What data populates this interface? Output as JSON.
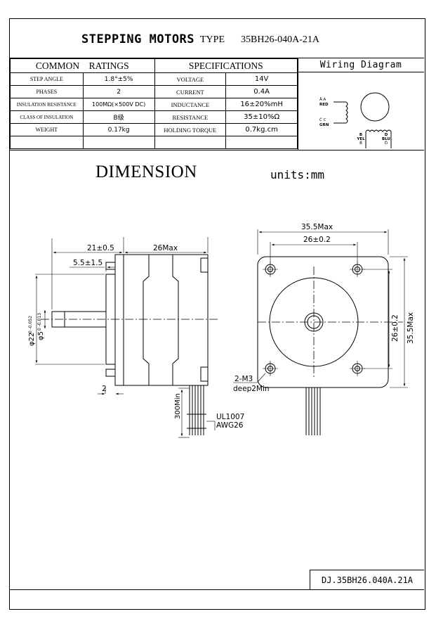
{
  "title": {
    "main": "STEPPING MOTORS",
    "type_label": "TYPE",
    "model": "35BH26-040A-21A"
  },
  "table": {
    "headers": {
      "common": "COMMON",
      "ratings": "RATINGS",
      "specifications": "SPECIFICATIONS"
    },
    "rows": [
      {
        "label": "STEP ANGLE",
        "value": "1.8°±5%",
        "spec": "VOLTAGE",
        "spec_value": "14V"
      },
      {
        "label": "PHASES",
        "value": "2",
        "spec": "CURRENT",
        "spec_value": "0.4A"
      },
      {
        "label": "INSULATION RESISTANCE",
        "value": "100MΩ(×500V DC)",
        "spec": "INDUCTANCE",
        "spec_value": "16±20%mH"
      },
      {
        "label": "CLASS OF INSULATION",
        "value": "B级",
        "spec": "RESISTANCE",
        "spec_value": "35±10%Ω"
      },
      {
        "label": "WEIGHT",
        "value": "0.17kg",
        "spec": "HOLDING  TORQUE",
        "spec_value": "0.7kg.cm"
      },
      {
        "label": "",
        "value": "",
        "spec": "",
        "spec_value": ""
      }
    ]
  },
  "wiring": {
    "title": "Wiring Diagram",
    "labels": {
      "a_top": "Ā A",
      "red": "RED",
      "c_top": "C̄ C",
      "grn": "GRN",
      "b": "B",
      "yel": "YEL",
      "b_bot": "B̄",
      "d": "D",
      "blu": "BLU",
      "d_bot": "D̄"
    }
  },
  "dimension": {
    "title": "DIMENSION",
    "units": "units:mm",
    "side": {
      "d1": "21±0.5",
      "d2": "26Max",
      "d3": "5.5±1.5",
      "d4": "2",
      "d5": "300Min",
      "d6": "UL1007",
      "d7": "AWG26",
      "dia22": "φ22",
      "dia22_tol": "0 -0.052",
      "dia5": "φ5",
      "dia5_tol": "0 -0.013"
    },
    "front": {
      "w_max": "35.5Max",
      "w_hole": "26±0.2",
      "h_hole": "26±0.2",
      "h_max": "35.5Max",
      "screw": "2-M3",
      "screw_depth": "deep2Min"
    }
  },
  "drawing_code": "DJ.35BH26.040A.21A"
}
